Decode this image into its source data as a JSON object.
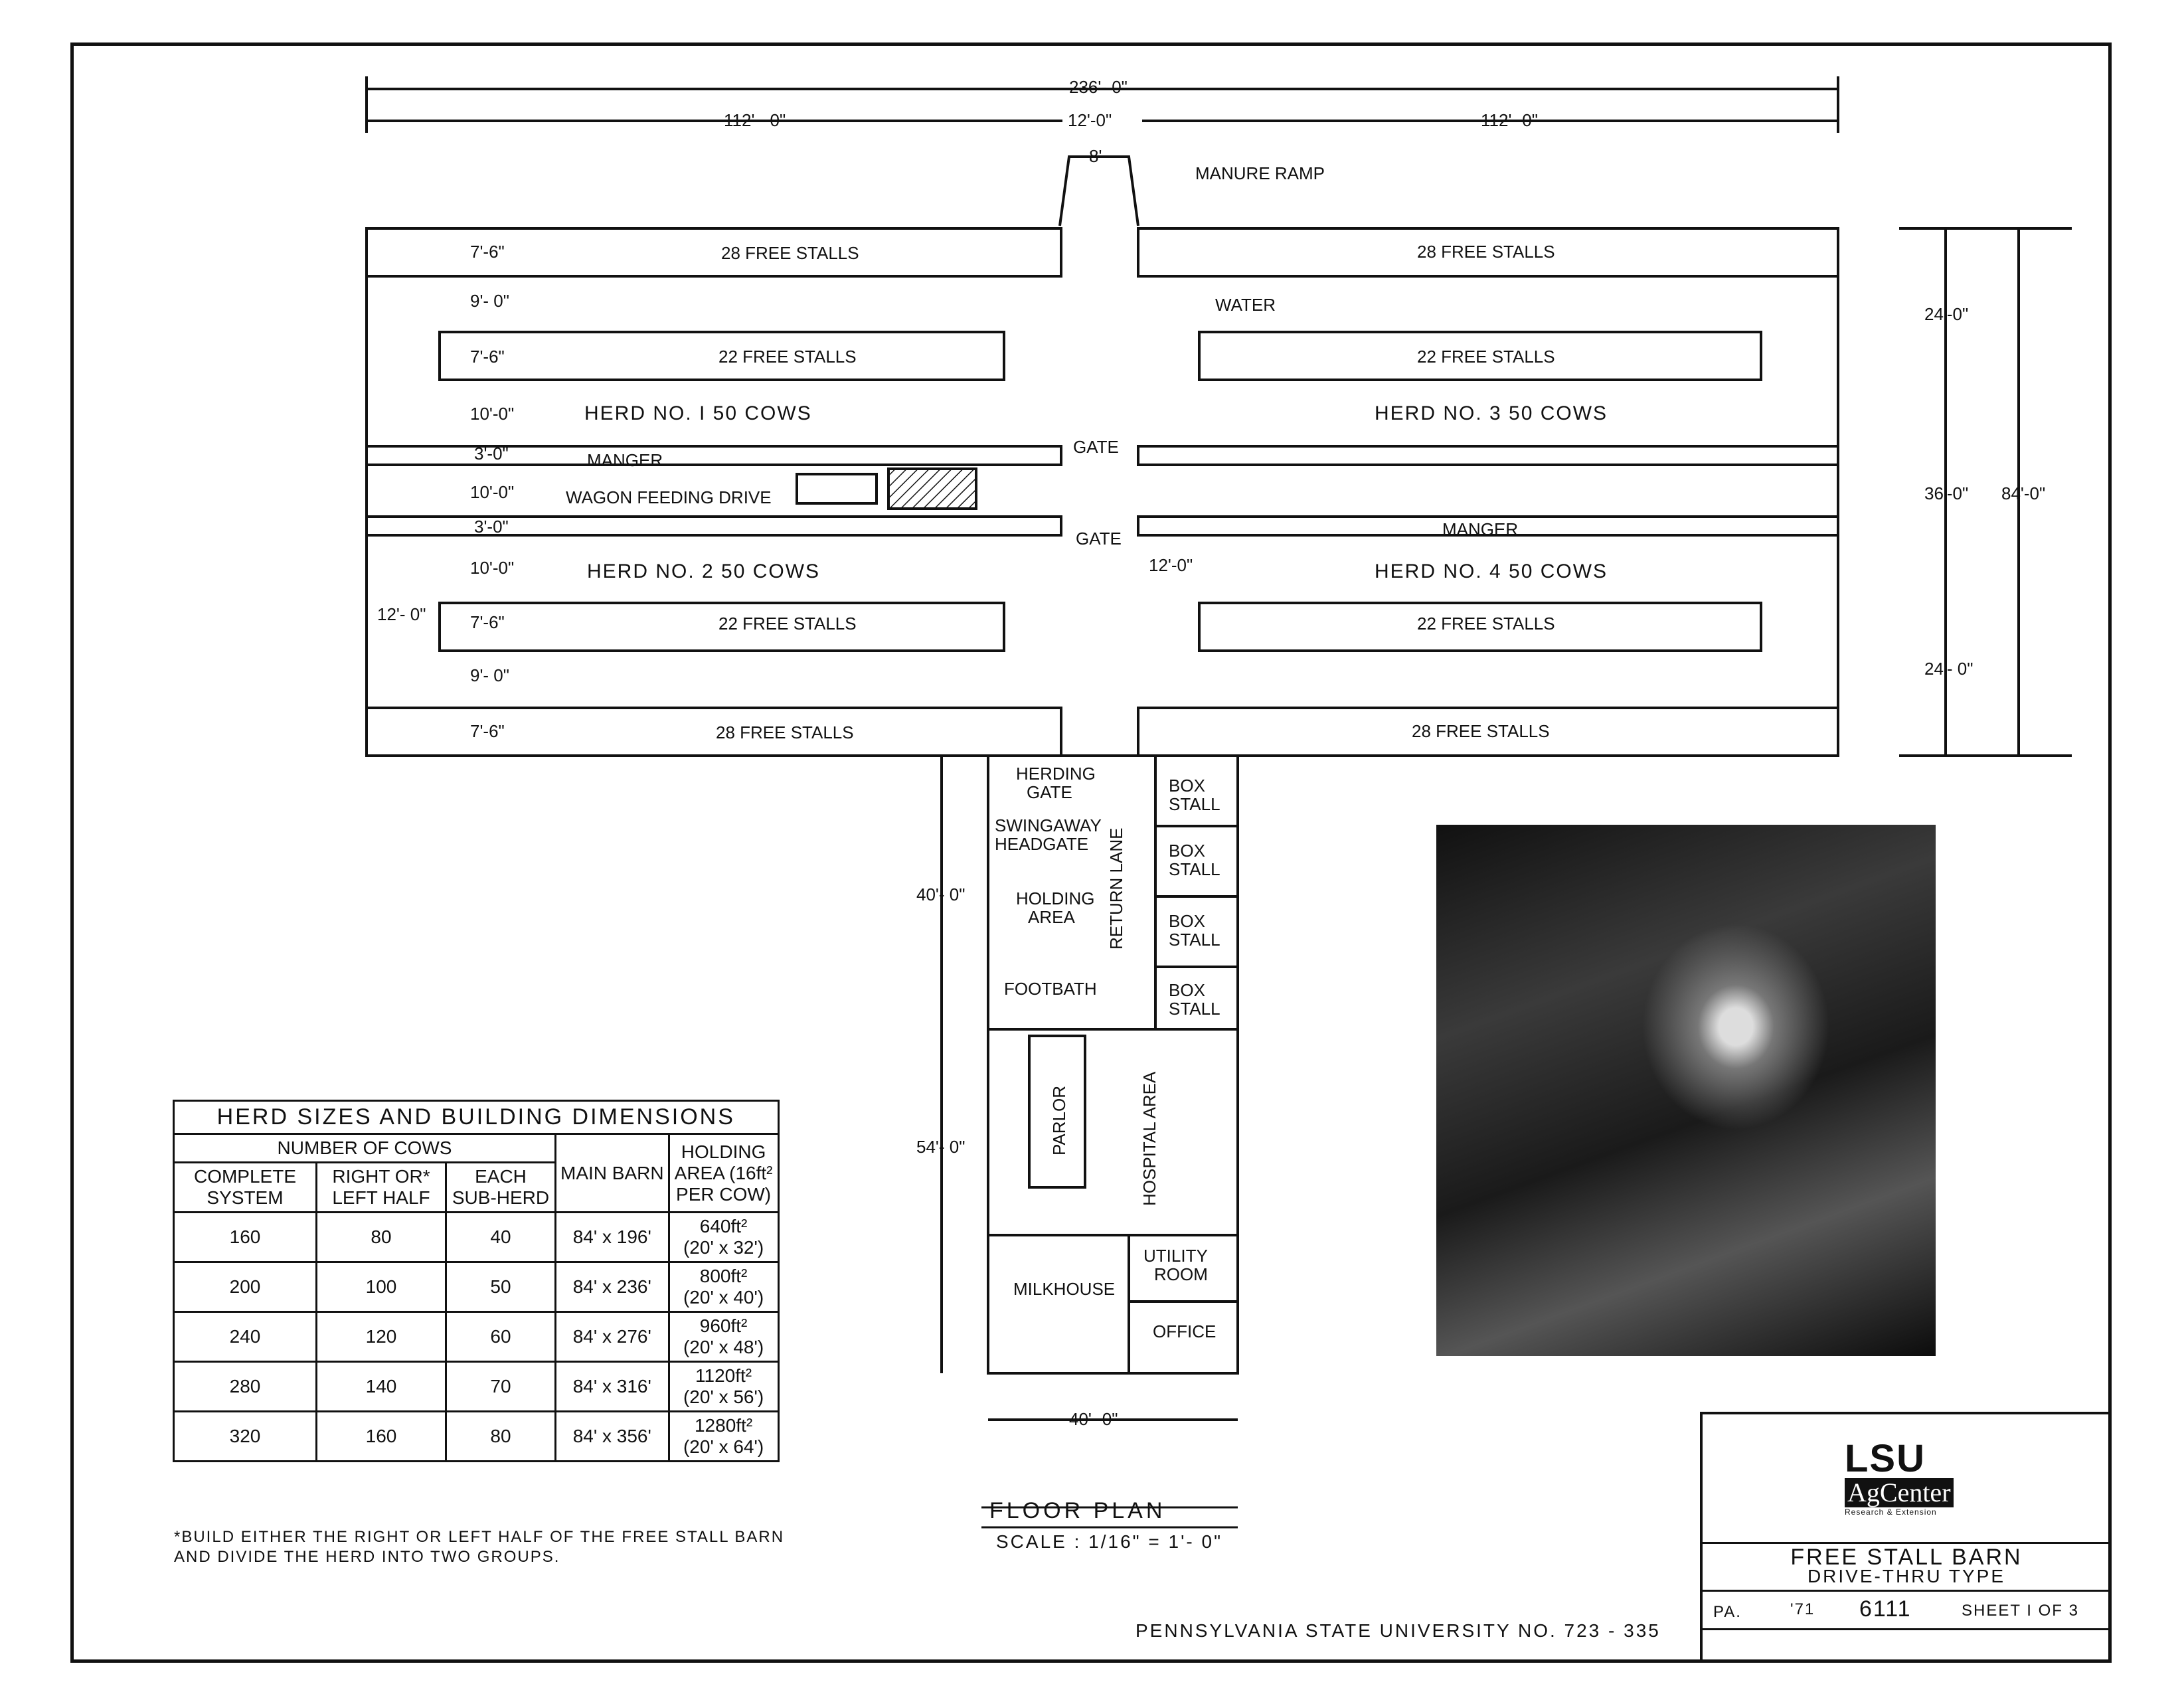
{
  "dimensions": {
    "overall": "236'- 0\"",
    "left_half": "112' - 0\"",
    "center": "12'-0\"",
    "right_half": "112'- 0\"",
    "ramp": "8'",
    "d_7_6": "7'-6\"",
    "d_9_0": "9'- 0\"",
    "d_10_0": "10'-0\"",
    "d_3_0": "3'-0\"",
    "d_12_0": "12'- 0\"",
    "d_12_0b": "12'-0\"",
    "right_24_a": "24'-0\"",
    "right_36": "36'-0\"",
    "right_84": "84'-0\"",
    "right_24_b": "24'- 0\"",
    "wing_40": "40'- 0\"",
    "wing_54": "54'- 0\"",
    "wing_width": "40'- 0\""
  },
  "labels": {
    "manure_ramp": "MANURE RAMP",
    "stalls_28": "28 FREE STALLS",
    "stalls_22": "22 FREE STALLS",
    "gate": "GATE",
    "water": "WATER",
    "herd1": "HERD NO. I   50 COWS",
    "herd2": "HERD NO. 2   50 COWS",
    "herd3": "HERD NO. 3   50 COWS",
    "herd4": "HERD NO. 4   50 COWS",
    "manger": "MANGER",
    "wagon": "WAGON FEEDING DRIVE",
    "herding_gate_1": "HERDING",
    "herding_gate_2": "GATE",
    "swingaway_1": "SWINGAWAY",
    "swingaway_2": "HEADGATE",
    "holding_1": "HOLDING",
    "holding_2": "AREA",
    "return_lane": "RETURN LANE",
    "footbath": "FOOTBATH",
    "box_1": "BOX",
    "box_2": "STALL",
    "parlor": "PARLOR",
    "hospital": "HOSPITAL AREA",
    "milkhouse": "MILKHOUSE",
    "utility_1": "UTILITY",
    "utility_2": "ROOM",
    "office": "OFFICE"
  },
  "table": {
    "title": "HERD SIZES AND BUILDING DIMENSIONS",
    "group_header": "NUMBER OF COWS",
    "headers": [
      "COMPLETE SYSTEM",
      "RIGHT OR* LEFT HALF",
      "EACH SUB-HERD",
      "MAIN BARN",
      "HOLDING AREA (16ft² PER COW)"
    ],
    "rows": [
      [
        "160",
        "80",
        "40",
        "84'  x  196'",
        "640ft²",
        "(20' x 32')"
      ],
      [
        "200",
        "100",
        "50",
        "84'  x  236'",
        "800ft²",
        "(20' x 40')"
      ],
      [
        "240",
        "120",
        "60",
        "84'  x  276'",
        "960ft²",
        "(20' x 48')"
      ],
      [
        "280",
        "140",
        "70",
        "84'  x  316'",
        "1120ft²",
        "(20' x 56')"
      ],
      [
        "320",
        "160",
        "80",
        "84'  x  356'",
        "1280ft²",
        "(20' x 64')"
      ]
    ]
  },
  "note": "*BUILD EITHER THE RIGHT OR LEFT HALF OF THE FREE STALL BARN AND DIVIDE THE HERD INTO TWO GROUPS.",
  "floor_plan": "FLOOR  PLAN",
  "scale": "SCALE :  1/16\" = 1'- 0\"",
  "footer": "PENNSYLVANIA STATE UNIVERSITY  NO. 723 - 335",
  "title_block": {
    "logo_lsu": "LSU",
    "logo_ag": "AgCenter",
    "logo_sub": "Research & Extension",
    "title": "FREE STALL BARN",
    "subtitle": "DRIVE-THRU TYPE",
    "state": "PA.",
    "year": "'71",
    "number": "6111",
    "sheet": "SHEET I OF 3"
  }
}
